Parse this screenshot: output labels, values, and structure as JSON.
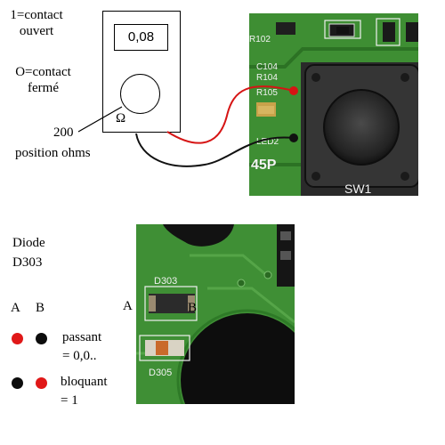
{
  "top_legend": {
    "state_open": "1=contact\nouvert",
    "state_closed": "O=contact\nfermé",
    "range_line1": "200",
    "range_line2": "position ohms"
  },
  "multimeter": {
    "display_value": "0,08",
    "dial_symbol": "Ω"
  },
  "switch_photo": {
    "labels": {
      "r102": "R102",
      "c104": "C104",
      "r104": "R104",
      "r105": "R105",
      "led2": "LED2",
      "p45": "45P",
      "sw1": "SW1"
    },
    "colors": {
      "probe_red": "#d61414",
      "probe_black": "#111111",
      "pcb_green": "#3d8c32"
    }
  },
  "diode_section": {
    "title_line1": "Diode",
    "title_line2": "D303",
    "col_a": "A",
    "col_b": "B",
    "row1_text_line1": "passant",
    "row1_text_line2": "= 0,0..",
    "row2_text_line1": "bloquant",
    "row2_text_line2": "= 1",
    "row1_dots": [
      "red",
      "black"
    ],
    "row2_dots": [
      "black",
      "red"
    ],
    "photo_label_a": "A",
    "photo_label_b": "B",
    "photo_labels": {
      "d303": "D303",
      "d305": "D305"
    }
  }
}
